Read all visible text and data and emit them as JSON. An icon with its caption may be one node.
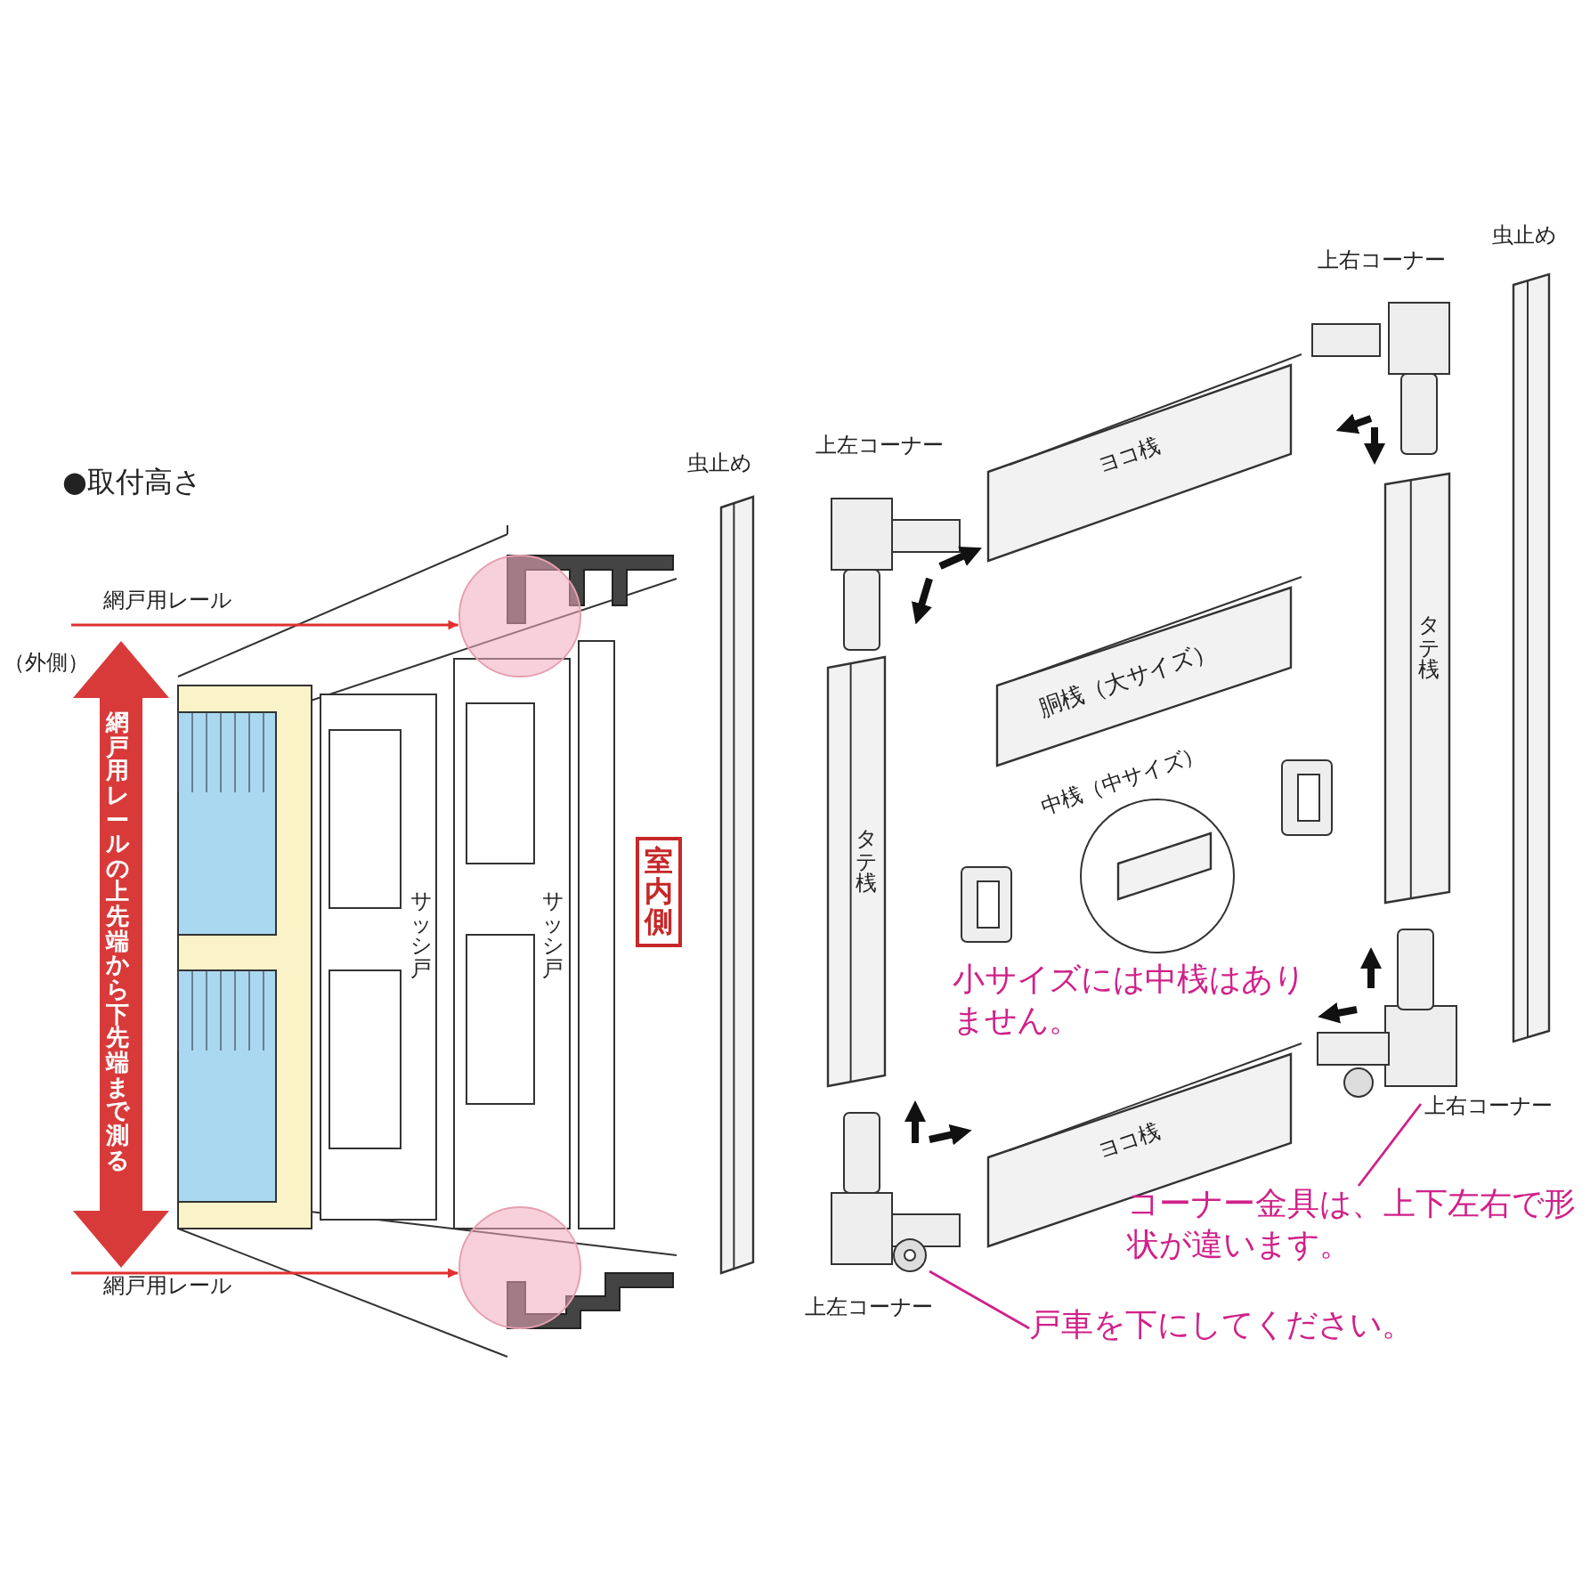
{
  "diagram": {
    "nodes": [
      {
        "text": [
          "網戸用レール"
        ]
      },
      {
        "text": [],
        "shape": "circle"
      },
      {
        "text": [
          "網戸用レール"
        ]
      },
      {
        "text": [],
        "shape": "circle"
      },
      {
        "text": [
          "戸車を下にしてください。"
        ]
      },
      {
        "text": [],
        "shape": "picture"
      },
      {
        "text": [
          "コーナー金具は、上下左右で形状が違います。"
        ]
      },
      {
        "text": [],
        "shape": "picture"
      }
    ],
    "edges": [
      {
        "from": 0,
        "to": 1,
        "arrow": "to"
      },
      {
        "from": 2,
        "to": 3,
        "arrow": "to"
      },
      {
        "from": 4,
        "to": 5,
        "arrow": "none"
      },
      {
        "from": 6,
        "to": 7,
        "arrow": "none"
      }
    ],
    "labels": [
      "●取付高さ",
      "（外側）",
      "網戸用レールの上先端から下先端まで測る",
      "サッシ戸",
      "サッシ戸",
      "室内側",
      "虫止め",
      "上左コーナー",
      "ヨコ桟",
      "上右コーナー",
      "虫止め",
      "胴桟（大サイズ）",
      "タテ桟",
      "タテ桟",
      "中桟（中サイズ）",
      "小サイズには中桟はありません。",
      "上右コーナー",
      "ヨコ桟",
      "上左コーナー"
    ]
  }
}
